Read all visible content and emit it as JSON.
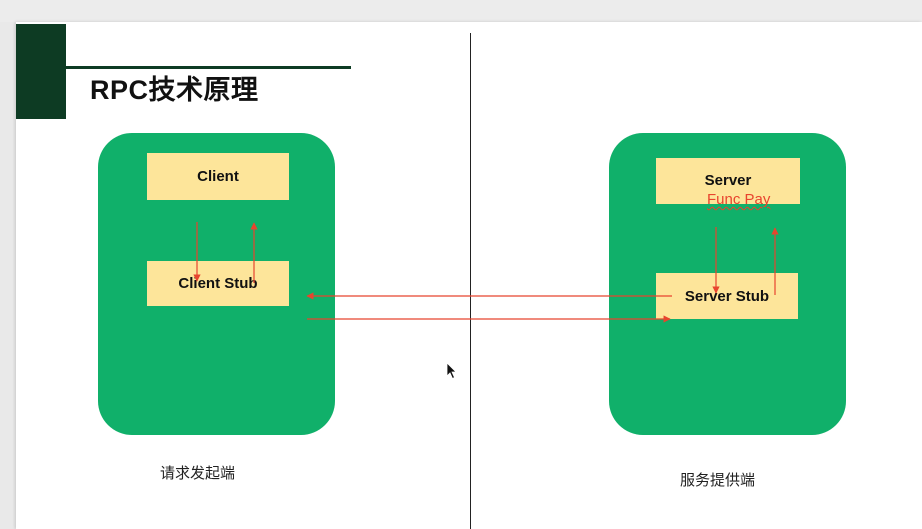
{
  "slide": {
    "title": "RPC技术原理",
    "client_side": {
      "client_label": "Client",
      "client_stub_label": "Client Stub",
      "caption": "请求发起端"
    },
    "server_side": {
      "server_label": "Server",
      "server_stub_label": "Server Stub",
      "annotation": "Func Pay",
      "caption": "服务提供端"
    }
  },
  "colors": {
    "panel": "#10b06a",
    "box": "#fde59a",
    "arrow": "#e8442e",
    "title_accent": "#0d3b23"
  }
}
